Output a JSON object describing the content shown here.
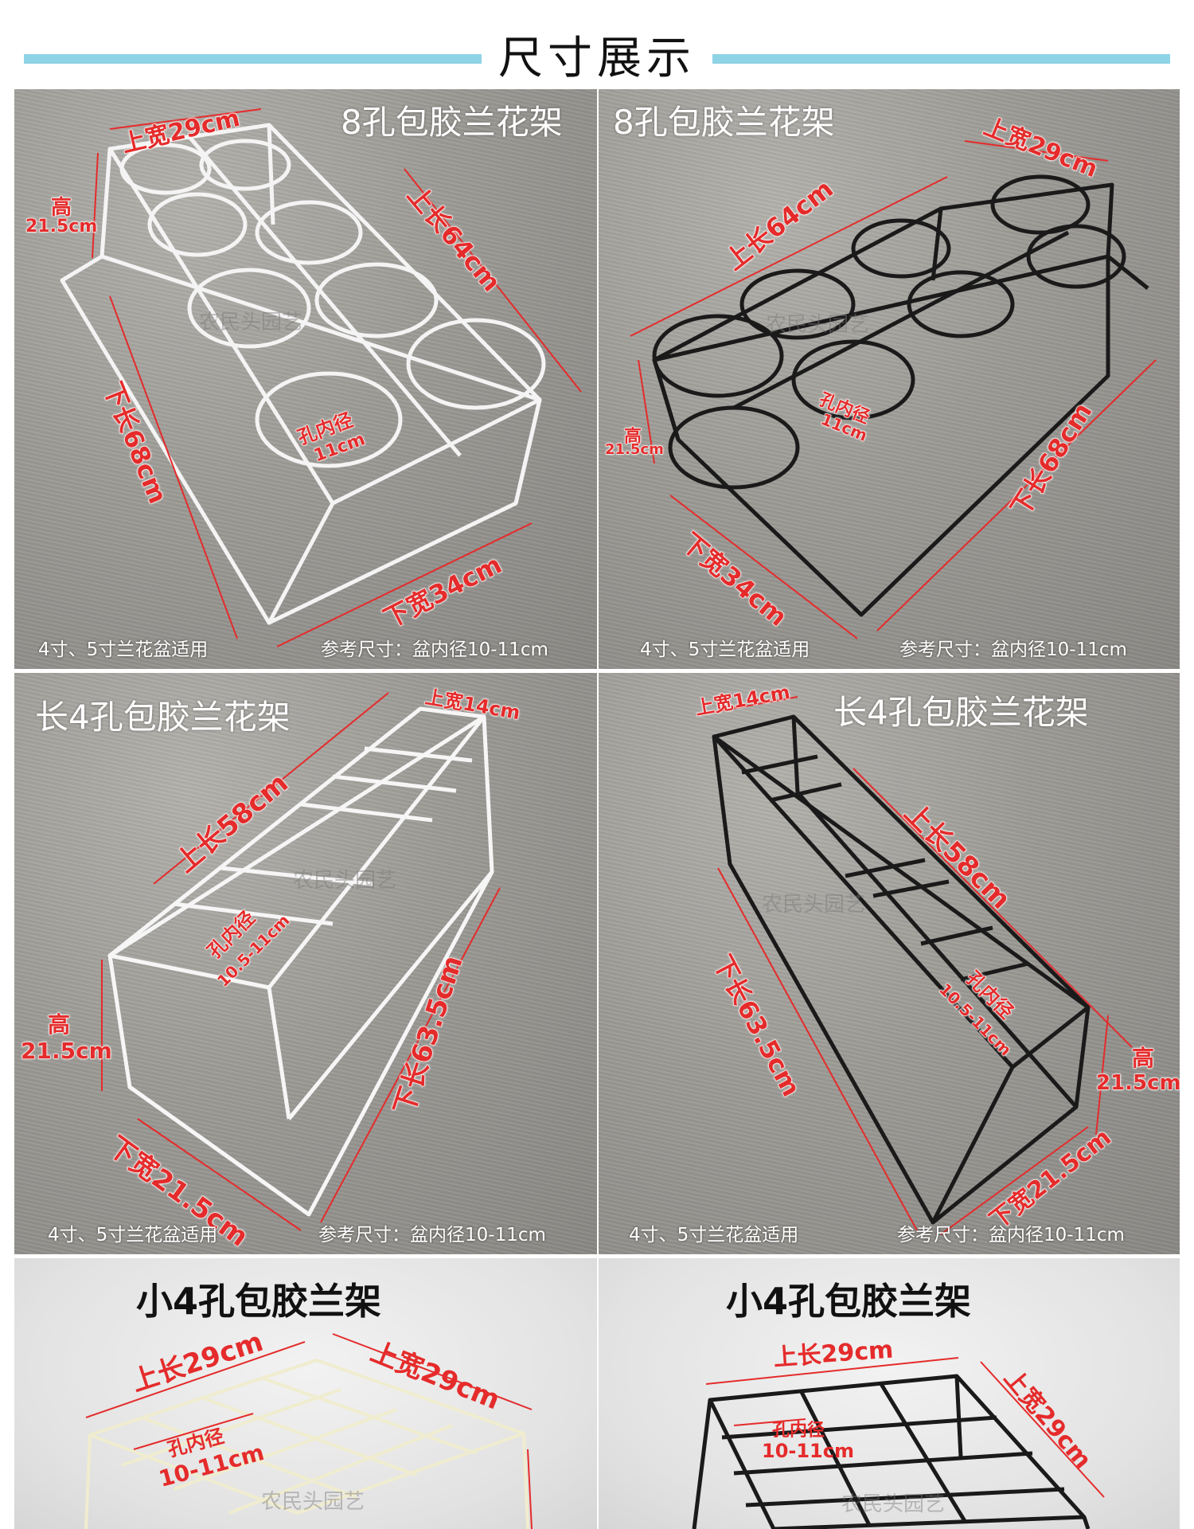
{
  "header": {
    "title": "尺寸展示"
  },
  "watermark": "农民头园艺",
  "panels": [
    {
      "title": "8孔包胶兰花架",
      "frame_color": "white",
      "footer_left": "4寸、5寸兰花盆适用",
      "footer_right": "参考尺寸：盆内径10-11cm",
      "labels": {
        "top_width": "上宽29cm",
        "top_length": "上长64cm",
        "height_top": "高",
        "height_val": "21.5cm",
        "bottom_length": "下长68cm",
        "bottom_width": "下宽34cm",
        "hole_top": "孔内径",
        "hole_val": "11cm"
      }
    },
    {
      "title": "8孔包胶兰花架",
      "frame_color": "black",
      "footer_left": "4寸、5寸兰花盆适用",
      "footer_right": "参考尺寸：盆内径10-11cm",
      "labels": {
        "top_width": "上宽29cm",
        "top_length": "上长64cm",
        "height_top": "高",
        "height_val": "21.5cm",
        "bottom_length": "下长68cm",
        "bottom_width": "下宽34cm",
        "hole_top": "孔内径",
        "hole_val": "11cm"
      }
    },
    {
      "title": "长4孔包胶兰花架",
      "frame_color": "white",
      "footer_left": "4寸、5寸兰花盆适用",
      "footer_right": "参考尺寸：盆内径10-11cm",
      "labels": {
        "top_width": "上宽14cm",
        "top_length": "上长58cm",
        "height_top": "高",
        "height_val": "21.5cm",
        "bottom_length": "下长63.5cm",
        "bottom_width": "下宽21.5cm",
        "hole_top": "孔内径",
        "hole_val": "10.5-11cm"
      }
    },
    {
      "title": "长4孔包胶兰花架",
      "frame_color": "black",
      "footer_left": "4寸、5寸兰花盆适用",
      "footer_right": "参考尺寸：盆内径10-11cm",
      "labels": {
        "top_width": "上宽14cm",
        "top_length": "上长58cm",
        "height_top": "高",
        "height_val": "21.5cm",
        "bottom_length": "下长63.5cm",
        "bottom_width": "下宽21.5cm",
        "hole_top": "孔内径",
        "hole_val": "10.5-11cm"
      }
    },
    {
      "title": "小4孔包胶兰架",
      "frame_color": "white",
      "labels": {
        "top_length": "上长29cm",
        "top_width": "上宽29cm",
        "hole_top": "孔内径",
        "hole_val": "10-11cm"
      }
    },
    {
      "title": "小4孔包胶兰架",
      "frame_color": "black",
      "labels": {
        "top_length": "上长29cm",
        "top_width": "上宽29cm",
        "hole_top": "孔内径",
        "hole_val": "10-11cm"
      }
    }
  ]
}
